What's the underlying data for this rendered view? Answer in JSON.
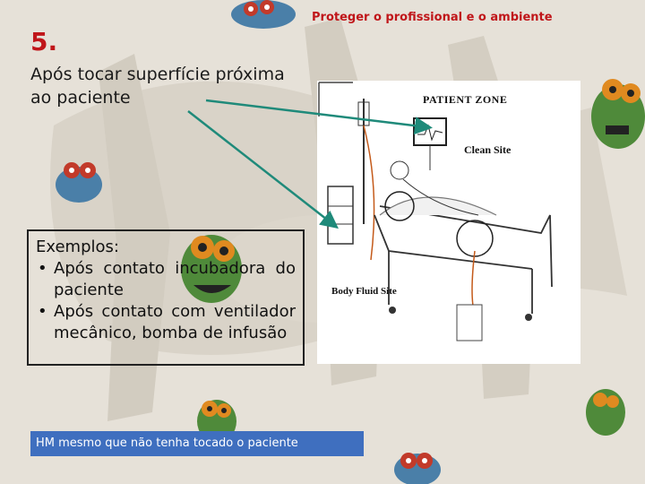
{
  "slide": {
    "number": "5.",
    "top_note": "Proteger o profissional e o ambiente",
    "moment_text": "Após tocar superfície próxima ao paciente",
    "examples": {
      "title": "Exemplos:",
      "items": [
        "Após contato incubadora do paciente",
        "Após contato com ventilador mecânico, bomba de infusão"
      ]
    },
    "hm_note": "HM mesmo que não tenha tocado o paciente"
  },
  "illustration": {
    "patient_zone": "PATIENT ZONE",
    "clean_site": "Clean Site",
    "body_fluid_site": "Body Fluid Site"
  },
  "colors": {
    "accent_red": "#c0161a",
    "arrow_teal": "#1f8a7a",
    "hm_box_blue": "#3f6fbf"
  }
}
